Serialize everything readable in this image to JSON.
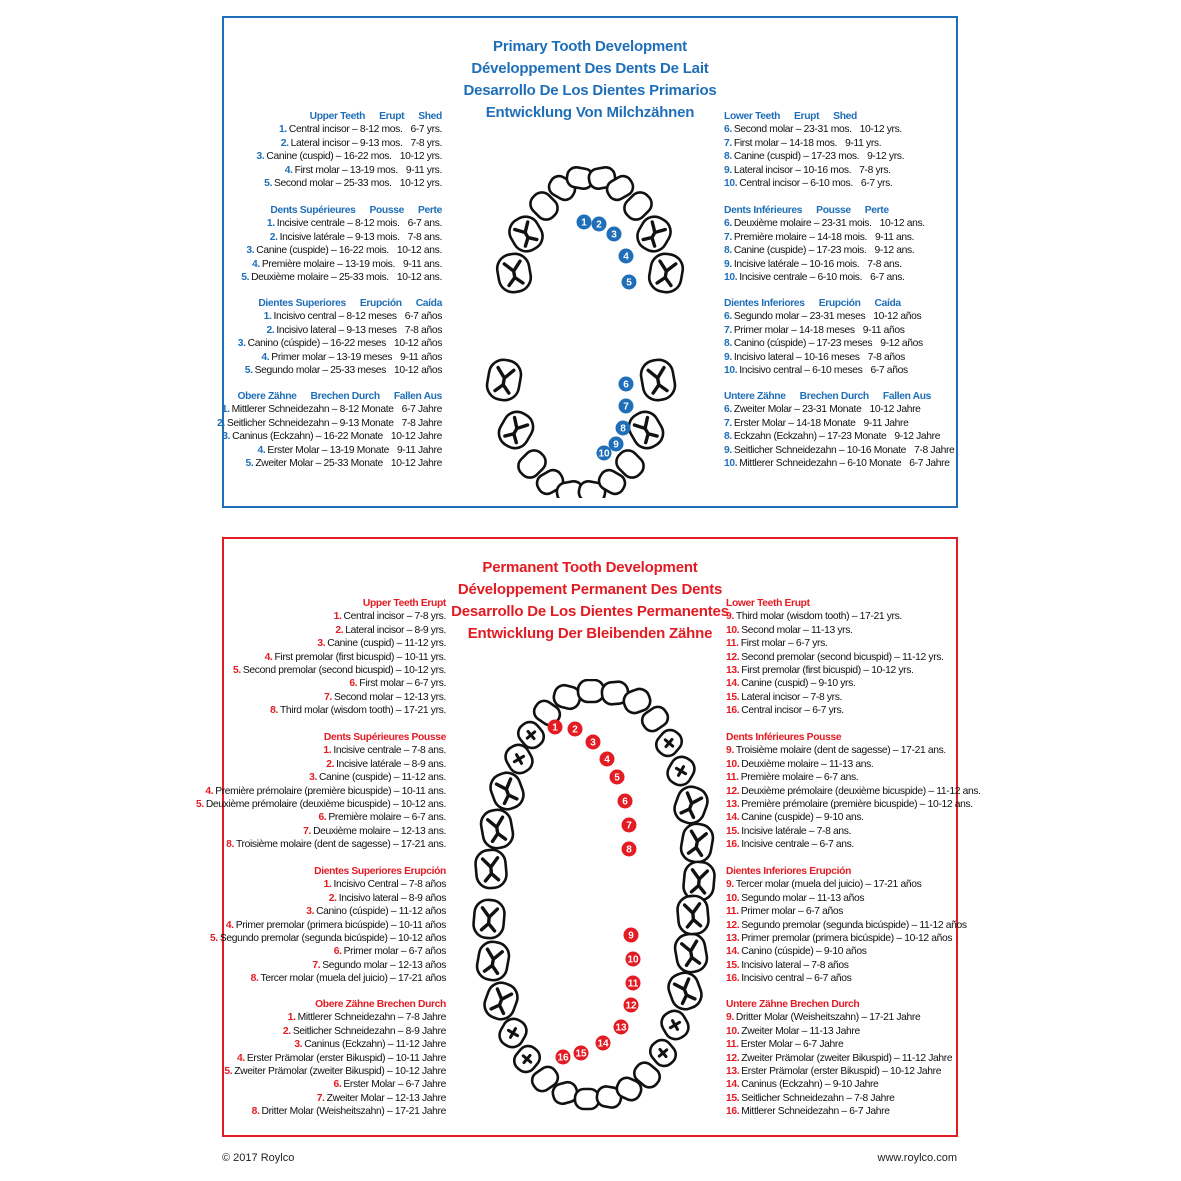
{
  "primary": {
    "titles": [
      "Primary Tooth Development",
      "Développement Des Dents De Lait",
      "Desarrollo De Los Dientes Primarios",
      "Entwicklung Von Milchzähnen"
    ],
    "upper": [
      {
        "h": [
          "Upper Teeth",
          "Erupt",
          "Shed"
        ],
        "rows": [
          [
            "1.",
            "Central incisor – 8-12 mos.",
            "6-7 yrs."
          ],
          [
            "2.",
            "Lateral incisor – 9-13 mos.",
            "7-8 yrs."
          ],
          [
            "3.",
            "Canine (cuspid) – 16-22 mos.",
            "10-12 yrs."
          ],
          [
            "4.",
            "First molar – 13-19 mos.",
            "9-11 yrs."
          ],
          [
            "5.",
            "Second molar – 25-33 mos.",
            "10-12 yrs."
          ]
        ]
      },
      {
        "h": [
          "Dents Supérieures",
          "Pousse",
          "Perte"
        ],
        "rows": [
          [
            "1.",
            "Incisive centrale – 8-12 mois.",
            "6-7 ans."
          ],
          [
            "2.",
            "Incisive latérale – 9-13 mois.",
            "7-8 ans."
          ],
          [
            "3.",
            "Canine (cuspide) – 16-22 mois.",
            "10-12 ans."
          ],
          [
            "4.",
            "Première molaire – 13-19 mois.",
            "9-11 ans."
          ],
          [
            "5.",
            "Deuxième molaire – 25-33 mois.",
            "10-12 ans."
          ]
        ]
      },
      {
        "h": [
          "Dientes Superiores",
          "Erupción",
          "Caída"
        ],
        "rows": [
          [
            "1.",
            "Incisivo central – 8-12 meses",
            "6-7 años"
          ],
          [
            "2.",
            "Incisivo lateral – 9-13 meses",
            "7-8 años"
          ],
          [
            "3.",
            "Canino (cúspide) – 16-22 meses",
            "10-12 años"
          ],
          [
            "4.",
            "Primer molar – 13-19 meses",
            "9-11 años"
          ],
          [
            "5.",
            "Segundo molar – 25-33 meses",
            "10-12 años"
          ]
        ]
      },
      {
        "h": [
          "Obere Zähne",
          "Brechen Durch",
          "Fallen Aus"
        ],
        "rows": [
          [
            "1.",
            "Mittlerer Schneidezahn – 8-12 Monate",
            "6-7 Jahre"
          ],
          [
            "2.",
            "Seitlicher Schneidezahn – 9-13 Monate",
            "7-8 Jahre"
          ],
          [
            "3.",
            "Caninus (Eckzahn) – 16-22 Monate",
            "10-12 Jahre"
          ],
          [
            "4.",
            "Erster Molar – 13-19 Monate",
            "9-11 Jahre"
          ],
          [
            "5.",
            "Zweiter Molar – 25-33 Monate",
            "10-12 Jahre"
          ]
        ]
      }
    ],
    "lower": [
      {
        "h": [
          "Lower Teeth",
          "Erupt",
          "Shed"
        ],
        "rows": [
          [
            "6.",
            "Second molar – 23-31 mos.",
            "10-12 yrs."
          ],
          [
            "7.",
            "First molar – 14-18 mos.",
            "9-11 yrs."
          ],
          [
            "8.",
            "Canine (cuspid) – 17-23 mos.",
            "9-12 yrs."
          ],
          [
            "9.",
            "Lateral incisor – 10-16 mos.",
            "7-8 yrs."
          ],
          [
            "10.",
            "Central incisor – 6-10 mos.",
            "6-7 yrs."
          ]
        ]
      },
      {
        "h": [
          "Dents Inférieures",
          "Pousse",
          "Perte"
        ],
        "rows": [
          [
            "6.",
            "Deuxième molaire – 23-31 mois.",
            "10-12 ans."
          ],
          [
            "7.",
            "Première molaire – 14-18 mois.",
            "9-11 ans."
          ],
          [
            "8.",
            "Canine (cuspide) – 17-23 mois.",
            "9-12 ans."
          ],
          [
            "9.",
            "Incisive latérale – 10-16 mois.",
            "7-8 ans."
          ],
          [
            "10.",
            "Incisive centrale – 6-10 mois.",
            "6-7 ans."
          ]
        ]
      },
      {
        "h": [
          "Dientes Inferiores",
          "Erupción",
          "Caída"
        ],
        "rows": [
          [
            "6.",
            "Segundo molar – 23-31 meses",
            "10-12 años"
          ],
          [
            "7.",
            "Primer molar – 14-18 meses",
            "9-11 años"
          ],
          [
            "8.",
            "Canino (cúspide) – 17-23 meses",
            "9-12 años"
          ],
          [
            "9.",
            "Incisivo lateral – 10-16 meses",
            "7-8 años"
          ],
          [
            "10.",
            "Incisivo central – 6-10 meses",
            "6-7 años"
          ]
        ]
      },
      {
        "h": [
          "Untere Zähne",
          "Brechen Durch",
          "Fallen Aus"
        ],
        "rows": [
          [
            "6.",
            "Zweiter Molar – 23-31 Monate",
            "10-12 Jahre"
          ],
          [
            "7.",
            "Erster Molar – 14-18 Monate",
            "9-11 Jahre"
          ],
          [
            "8.",
            "Eckzahn (Eckzahn) – 17-23 Monate",
            "9-12 Jahre"
          ],
          [
            "9.",
            "Seitlicher Schneidezahn – 10-16 Monate",
            "7-8 Jahre"
          ],
          [
            "10.",
            "Mittlerer Schneidezahn – 6-10 Monate",
            "6-7 Jahre"
          ]
        ]
      }
    ]
  },
  "permanent": {
    "titles": [
      "Permanent Tooth Development",
      "Développement Permanent Des Dents",
      "Desarrollo De Los Dientes Permanentes",
      "Entwicklung Der Bleibenden Zähne"
    ],
    "upper": [
      {
        "h": "Upper Teeth Erupt",
        "rows": [
          [
            "1.",
            "Central incisor – 7-8 yrs."
          ],
          [
            "2.",
            "Lateral incisor – 8-9 yrs."
          ],
          [
            "3.",
            "Canine (cuspid) – 11-12 yrs."
          ],
          [
            "4.",
            "First premolar (first bicuspid) – 10-11 yrs."
          ],
          [
            "5.",
            "Second premolar (second bicuspid) – 10-12 yrs."
          ],
          [
            "6.",
            "First molar – 6-7 yrs."
          ],
          [
            "7.",
            "Second molar – 12-13 yrs."
          ],
          [
            "8.",
            "Third molar (wisdom tooth) – 17-21 yrs."
          ]
        ]
      },
      {
        "h": "Dents Supérieures Pousse",
        "rows": [
          [
            "1.",
            "Incisive centrale – 7-8 ans."
          ],
          [
            "2.",
            "Incisive latérale – 8-9 ans."
          ],
          [
            "3.",
            "Canine (cuspide) – 11-12 ans."
          ],
          [
            "4.",
            "Première prémolaire (première bicuspide) – 10-11 ans."
          ],
          [
            "5.",
            "Deuxième prémolaire (deuxième bicuspide) – 10-12 ans."
          ],
          [
            "6.",
            "Première molaire – 6-7 ans."
          ],
          [
            "7.",
            "Deuxième molaire – 12-13 ans."
          ],
          [
            "8.",
            "Troisième molaire (dent de sagesse) – 17-21 ans."
          ]
        ]
      },
      {
        "h": "Dientes Superiores Erupción",
        "rows": [
          [
            "1.",
            "Incisivo Central – 7-8 años"
          ],
          [
            "2.",
            "Incisivo lateral – 8-9 años"
          ],
          [
            "3.",
            "Canino (cúspide) – 11-12 años"
          ],
          [
            "4.",
            "Primer premolar (primera bicúspide) – 10-11 años"
          ],
          [
            "5.",
            "Segundo premolar (segunda bicúspide) – 10-12 años"
          ],
          [
            "6.",
            "Primer molar – 6-7 años"
          ],
          [
            "7.",
            "Segundo molar – 12-13 años"
          ],
          [
            "8.",
            "Tercer molar (muela del juicio) – 17-21 años"
          ]
        ]
      },
      {
        "h": "Obere Zähne Brechen Durch",
        "rows": [
          [
            "1.",
            "Mittlerer Schneidezahn – 7-8 Jahre"
          ],
          [
            "2.",
            "Seitlicher Schneidezahn – 8-9 Jahre"
          ],
          [
            "3.",
            "Caninus (Eckzahn) – 11-12 Jahre"
          ],
          [
            "4.",
            "Erster Prämolar (erster Bikuspid) – 10-11 Jahre"
          ],
          [
            "5.",
            "Zweiter Prämolar (zweiter Bikuspid) – 10-12 Jahre"
          ],
          [
            "6.",
            "Erster Molar – 6-7 Jahre"
          ],
          [
            "7.",
            "Zweiter Molar – 12-13 Jahre"
          ],
          [
            "8.",
            "Dritter Molar (Weisheitszahn) – 17-21 Jahre"
          ]
        ]
      }
    ],
    "lower": [
      {
        "h": "Lower Teeth Erupt",
        "rows": [
          [
            "9.",
            "Third molar (wisdom tooth) – 17-21 yrs."
          ],
          [
            "10.",
            "Second molar – 11-13 yrs."
          ],
          [
            "11.",
            "First molar – 6-7 yrs."
          ],
          [
            "12.",
            "Second premolar (second bicuspid) – 11-12 yrs."
          ],
          [
            "13.",
            "First premolar (first bicuspid) – 10-12 yrs."
          ],
          [
            "14.",
            "Canine (cuspid) – 9-10 yrs."
          ],
          [
            "15.",
            "Lateral incisor – 7-8 yrs."
          ],
          [
            "16.",
            "Central incisor – 6-7 yrs."
          ]
        ]
      },
      {
        "h": "Dents Inférieures Pousse",
        "rows": [
          [
            "9.",
            "Troisième molaire (dent de sagesse) – 17-21 ans."
          ],
          [
            "10.",
            "Deuxième molaire – 11-13 ans."
          ],
          [
            "11.",
            "Première molaire – 6-7 ans."
          ],
          [
            "12.",
            "Deuxième prémolaire (deuxième bicuspide) – 11-12 ans."
          ],
          [
            "13.",
            "Première prémolaire (première bicuspide) – 10-12 ans."
          ],
          [
            "14.",
            "Canine (cuspide) – 9-10 ans."
          ],
          [
            "15.",
            "Incisive latérale – 7-8 ans."
          ],
          [
            "16.",
            "Incisive centrale – 6-7 ans."
          ]
        ]
      },
      {
        "h": "Dientes Inferiores Erupción",
        "rows": [
          [
            "9.",
            "Tercer molar (muela del juicio) – 17-21 años"
          ],
          [
            "10.",
            "Segundo molar – 11-13 años"
          ],
          [
            "11.",
            "Primer molar – 6-7 años"
          ],
          [
            "12.",
            "Segundo premolar (segunda bicúspide) – 11-12 años"
          ],
          [
            "13.",
            "Primer premolar (primera bicúspide) – 10-12 años"
          ],
          [
            "14.",
            "Canino (cúspide) – 9-10 años"
          ],
          [
            "15.",
            "Incisivo lateral – 7-8 años"
          ],
          [
            "16.",
            "Incisivo central – 6-7 años"
          ]
        ]
      },
      {
        "h": "Untere Zähne Brechen Durch",
        "rows": [
          [
            "9.",
            "Dritter Molar (Weisheitszahn) – 17-21 Jahre"
          ],
          [
            "10.",
            "Zweiter Molar – 11-13 Jahre"
          ],
          [
            "11.",
            "Erster Molar – 6-7 Jahre"
          ],
          [
            "12.",
            "Zweiter Prämolar (zweiter Bikuspid) – 11-12 Jahre"
          ],
          [
            "13.",
            "Erster Prämolar (erster Bikuspid) – 10-12 Jahre"
          ],
          [
            "14.",
            "Caninus (Eckzahn) – 9-10 Jahre"
          ],
          [
            "15.",
            "Seitlicher Schneidezahn – 7-8 Jahre"
          ],
          [
            "16.",
            "Mittlerer Schneidezahn – 6-7 Jahre"
          ]
        ]
      }
    ]
  },
  "primary_tooth_numbers": [
    "1",
    "2",
    "3",
    "4",
    "5",
    "6",
    "7",
    "8",
    "9",
    "10"
  ],
  "permanent_tooth_numbers": [
    "1",
    "2",
    "3",
    "4",
    "5",
    "6",
    "7",
    "8",
    "9",
    "10",
    "11",
    "12",
    "13",
    "14",
    "15",
    "16"
  ],
  "footer": {
    "copyright": "© 2017 Roylco",
    "website": "www.roylco.com"
  },
  "colors": {
    "blue": "#1f6fb8",
    "red": "#e31b23"
  }
}
